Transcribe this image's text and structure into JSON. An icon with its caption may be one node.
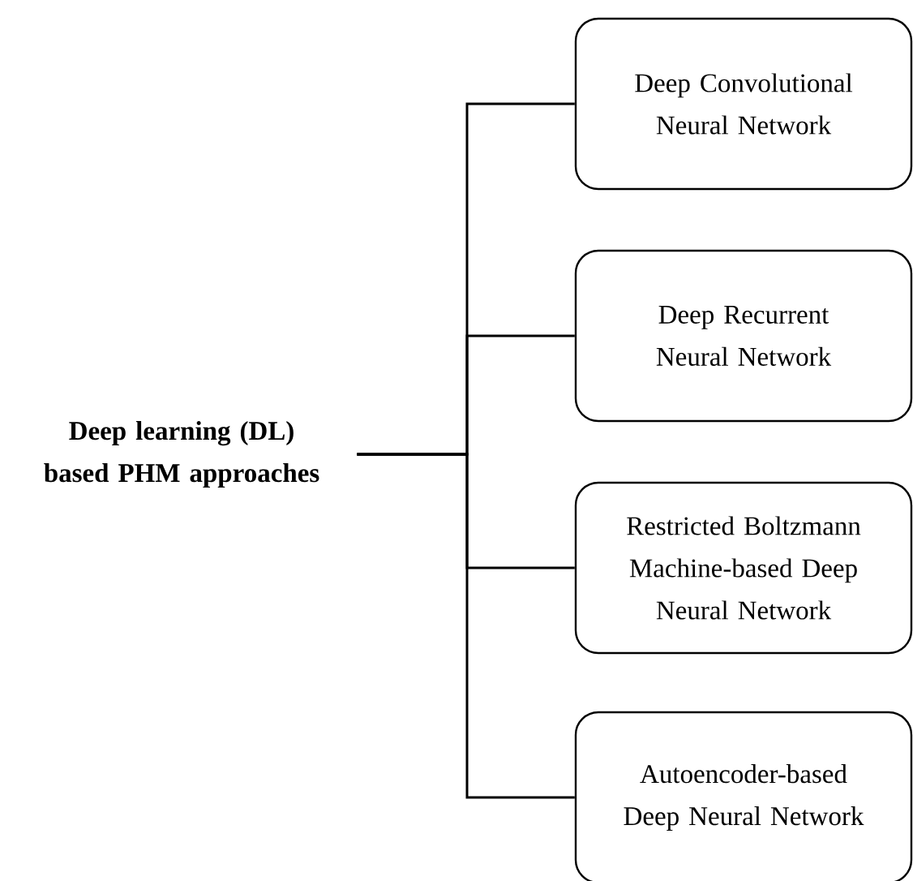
{
  "diagram": {
    "nodes": [
      {
        "text": [
          "Deep learning (DL) based PHM approaches"
        ]
      },
      {
        "text": [
          "Deep Convolutional Neural Network"
        ]
      },
      {
        "text": [
          "Deep Recurrent Neural Network"
        ]
      },
      {
        "text": [
          "Restricted Boltzmann Machine-based Deep Neural Network"
        ]
      },
      {
        "text": [
          "Autoencoder-based Deep Neural Network"
        ]
      }
    ],
    "edges": [
      {
        "from": 0,
        "to": 1,
        "arrow": "none"
      },
      {
        "from": 0,
        "to": 2,
        "arrow": "none"
      },
      {
        "from": 0,
        "to": 3,
        "arrow": "none"
      },
      {
        "from": 0,
        "to": 4,
        "arrow": "none"
      }
    ]
  }
}
